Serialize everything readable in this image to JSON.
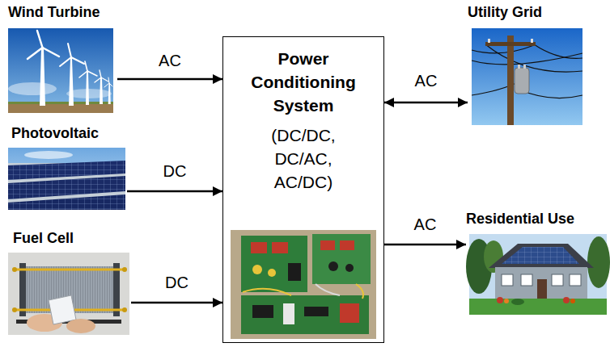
{
  "diagram": {
    "nodes": [
      {
        "text": [
          "Wind Turbine"
        ]
      },
      {
        "text": [
          "Photovoltaic"
        ]
      },
      {
        "text": [
          "Fuel Cell"
        ]
      },
      {
        "text": [
          "Power Conditioning System",
          "(DC/DC, DC/AC, AC/DC)"
        ]
      },
      {
        "text": [
          "Utility Grid"
        ]
      },
      {
        "text": [
          "Residential Use"
        ]
      }
    ],
    "edges": [
      {
        "from": 0,
        "to": 3,
        "label": "AC",
        "arrow": "to"
      },
      {
        "from": 1,
        "to": 3,
        "label": "DC",
        "arrow": "to"
      },
      {
        "from": 2,
        "to": 3,
        "label": "DC",
        "arrow": "to"
      },
      {
        "from": 3,
        "to": 4,
        "label": "AC",
        "arrow": "both"
      },
      {
        "from": 3,
        "to": 5,
        "label": "AC",
        "arrow": "to"
      }
    ]
  }
}
